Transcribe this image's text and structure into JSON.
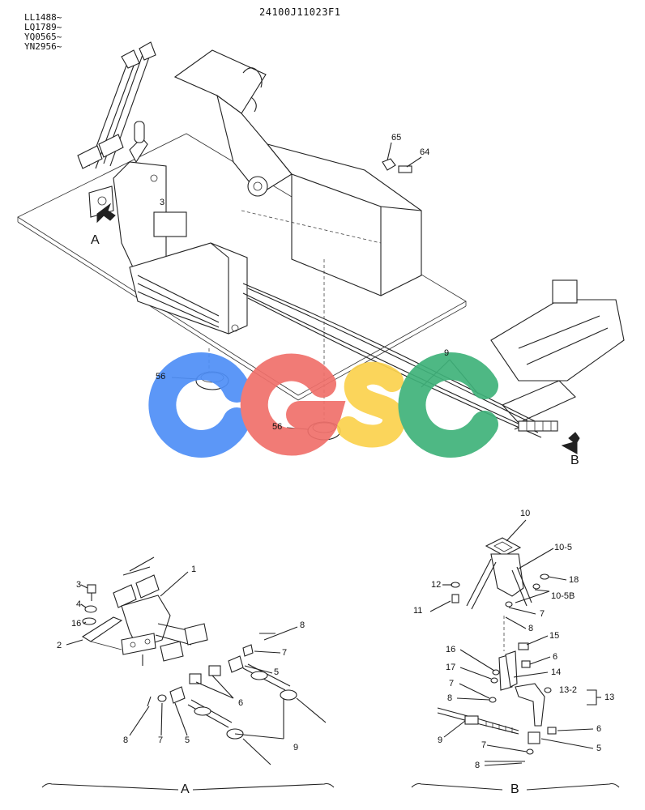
{
  "header": {
    "drawing_code": "24100J11023F1",
    "serial_ranges": [
      "LL1488~",
      "LQ1789~",
      "YQ0565~",
      "YN2956~"
    ]
  },
  "watermark": {
    "letters": [
      "C",
      "G",
      "S",
      "C"
    ],
    "colors": [
      "#4f8ff7",
      "#f0706b",
      "#fbd24e",
      "#3fb27a"
    ]
  },
  "main_view": {
    "callouts": {
      "p3": "3",
      "p56a": "56",
      "p56b": "56",
      "p64": "64",
      "p65": "65",
      "p9": "9"
    },
    "view_markers": {
      "a": "A",
      "b": "B"
    }
  },
  "detail_a": {
    "label": "A",
    "callouts": {
      "p1": "1",
      "p2": "2",
      "p3": "3",
      "p4": "4",
      "p16": "16",
      "p8a": "8",
      "p7a": "7",
      "p5a": "5",
      "p6": "6",
      "p8b": "8",
      "p7b": "7",
      "p5b": "5",
      "p9": "9"
    }
  },
  "detail_b": {
    "label": "B",
    "callouts": {
      "p10": "10",
      "p10_5": "10-5",
      "p12": "12",
      "p18": "18",
      "p10_5b": "10-5B",
      "p11": "11",
      "p7a": "7",
      "p8a": "8",
      "p15": "15",
      "p16": "16",
      "p6a": "6",
      "p17": "17",
      "p14": "14",
      "p7b": "7",
      "p13_2": "13-2",
      "p13": "13",
      "p8b": "8",
      "p9": "9",
      "p6b": "6",
      "p7c": "7",
      "p5": "5",
      "p8c": "8"
    }
  }
}
